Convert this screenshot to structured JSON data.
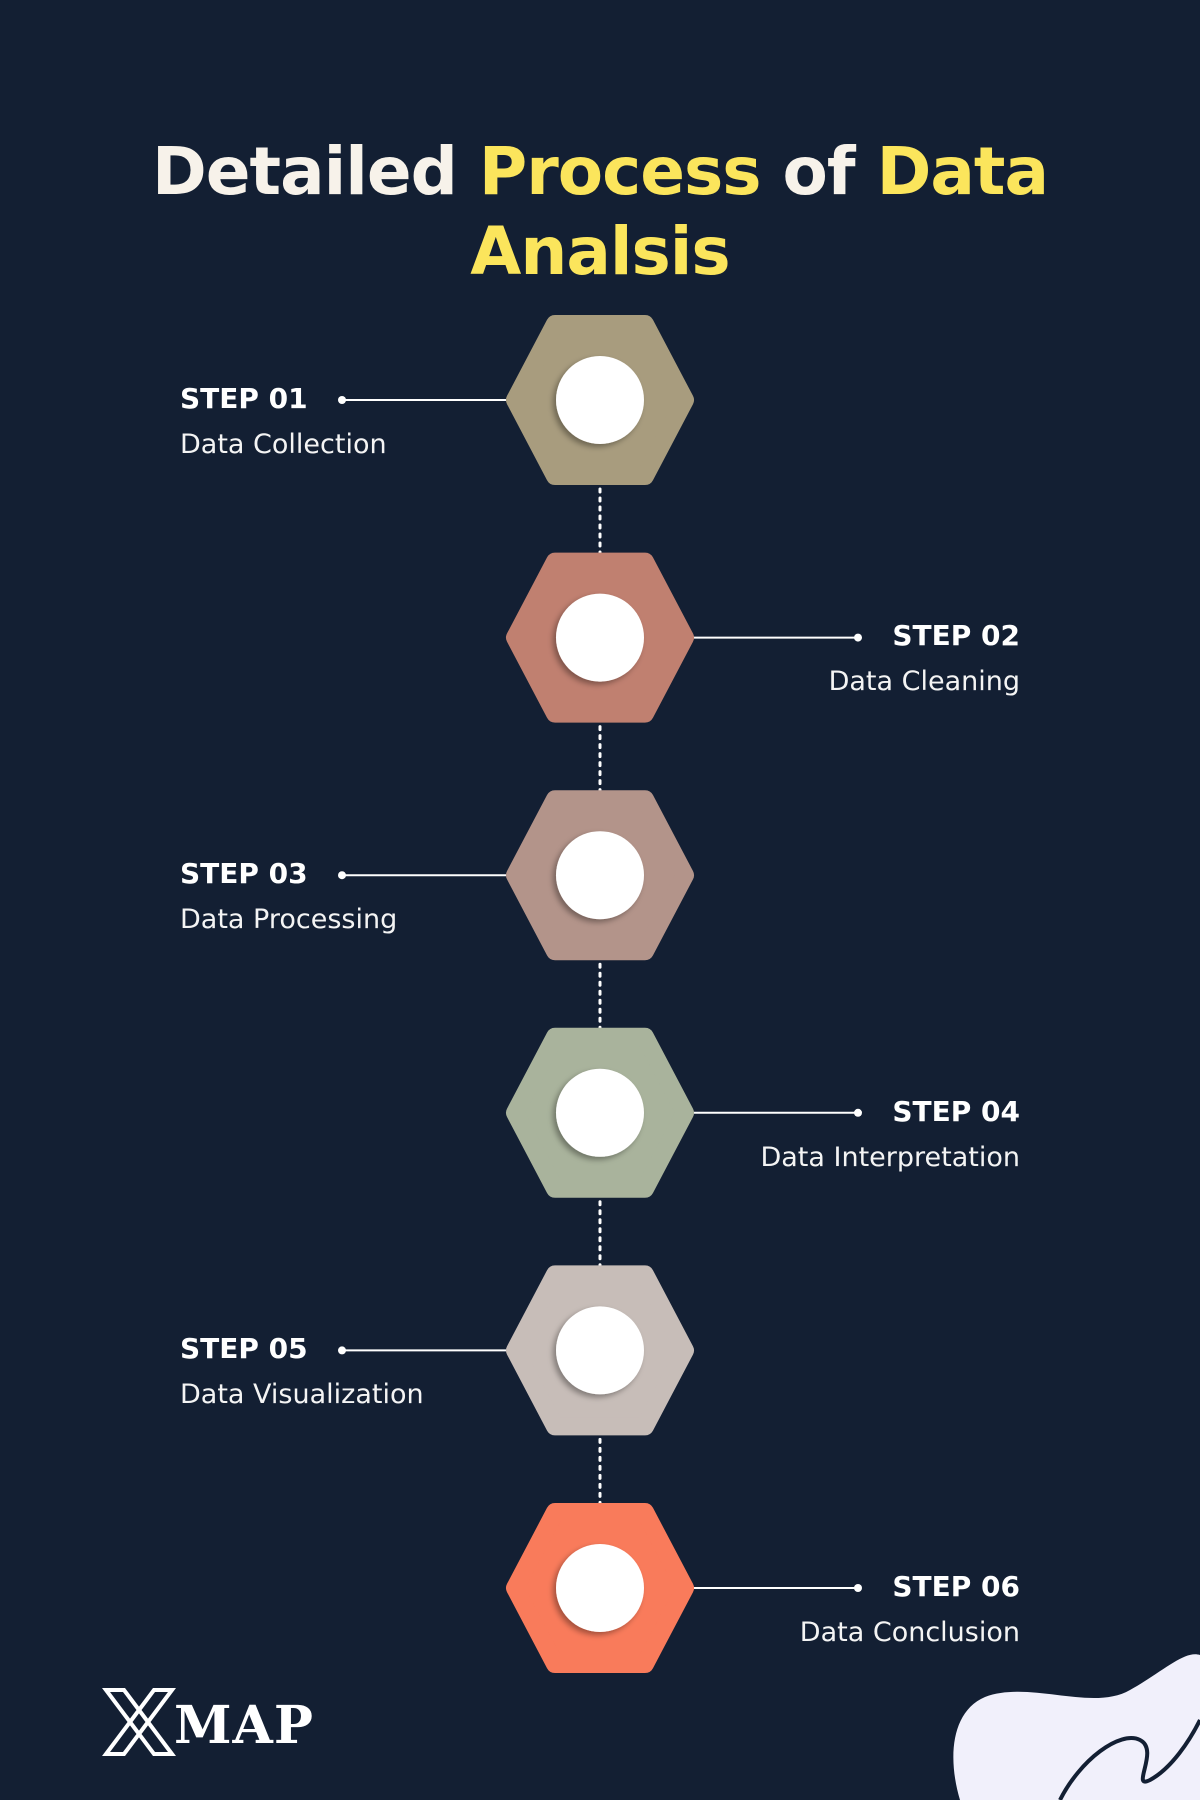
{
  "title": {
    "part1": "Detailed",
    "part2": "Process",
    "part3": "of",
    "part4": "Data",
    "part5": "Analsis"
  },
  "steps": [
    {
      "number": "STEP 01",
      "label": "Data Collection",
      "color": "#a89c7e"
    },
    {
      "number": "STEP 02",
      "label": "Data Cleaning",
      "color": "#c08070"
    },
    {
      "number": "STEP 03",
      "label": "Data Processing",
      "color": "#b3948a"
    },
    {
      "number": "STEP 04",
      "label": "Data Interpretation",
      "color": "#a9b39c"
    },
    {
      "number": "STEP 05",
      "label": "Data Visualization",
      "color": "#c7bdb8"
    },
    {
      "number": "STEP 06",
      "label": "Data Conclusion",
      "color": "#f97b5b"
    }
  ],
  "logo": {
    "text": "MAP"
  },
  "colors": {
    "background": "#131f33",
    "accent_yellow": "#fbe55c",
    "connector": "#ffffff",
    "blob": "#f1f0fb"
  }
}
